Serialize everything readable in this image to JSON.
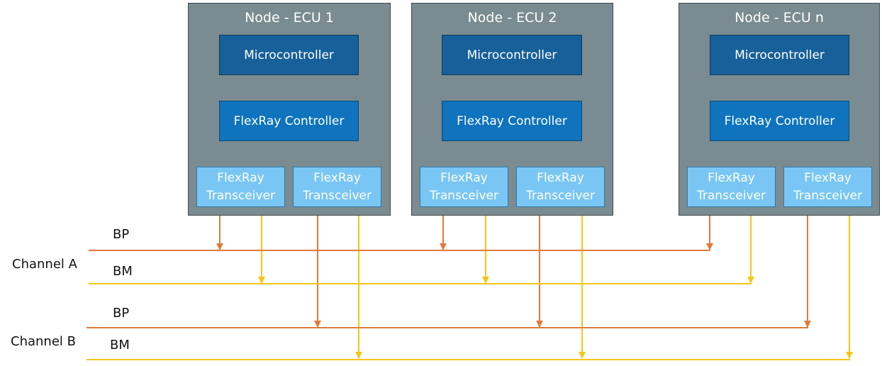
{
  "nodes": [
    {
      "title": "Node - ECU 1",
      "microcontroller": "Microcontroller",
      "flexray_controller": "FlexRay Controller",
      "transceivers": [
        {
          "line1": "FlexRay",
          "line2": "Transceiver"
        },
        {
          "line1": "FlexRay",
          "line2": "Transceiver"
        }
      ]
    },
    {
      "title": "Node - ECU 2",
      "microcontroller": "Microcontroller",
      "flexray_controller": "FlexRay Controller",
      "transceivers": [
        {
          "line1": "FlexRay",
          "line2": "Transceiver"
        },
        {
          "line1": "FlexRay",
          "line2": "Transceiver"
        }
      ]
    },
    {
      "title": "Node - ECU n",
      "microcontroller": "Microcontroller",
      "flexray_controller": "FlexRay Controller",
      "transceivers": [
        {
          "line1": "FlexRay",
          "line2": "Transceiver"
        },
        {
          "line1": "FlexRay",
          "line2": "Transceiver"
        }
      ]
    }
  ],
  "channels": [
    {
      "name": "Channel A",
      "bp_label": "BP",
      "bm_label": "BM"
    },
    {
      "name": "Channel B",
      "bp_label": "BP",
      "bm_label": "BM"
    }
  ],
  "colors": {
    "node_bg": "#7a8c91",
    "microcontroller": "#17609a",
    "flexray_controller": "#0f73bd",
    "transceiver": "#79c6f4",
    "bp_line": "#e07b39",
    "bm_line": "#f5c518"
  }
}
